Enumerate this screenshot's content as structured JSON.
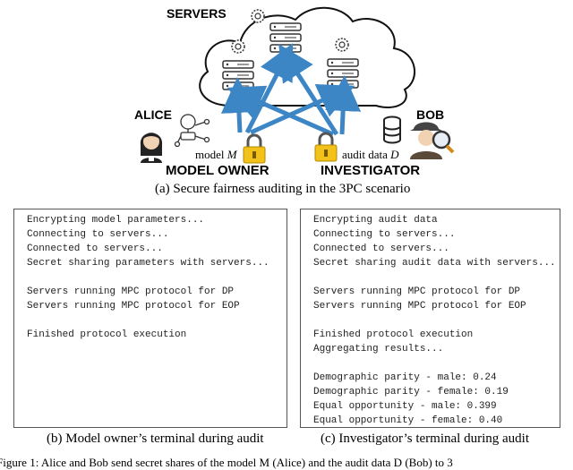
{
  "diagram": {
    "servers_label": "SERVERS",
    "alice_label": "ALICE",
    "bob_label": "BOB",
    "model_owner_label": "MODEL OWNER",
    "investigator_label": "INVESTIGATOR",
    "model_text": "model",
    "model_symbol": "M",
    "audit_text": "audit data",
    "audit_symbol": "D"
  },
  "captions": {
    "a": "(a) Secure fairness auditing in the 3PC scenario",
    "b": "(b) Model owner’s terminal during audit",
    "c": "(c) Investigator’s terminal during audit"
  },
  "model_owner_terminal": {
    "lines": [
      "Encrypting model parameters...",
      "Connecting to servers...",
      "Connected to servers...",
      "Secret sharing parameters with servers...",
      "",
      "Servers running MPC protocol for DP",
      "Servers running MPC protocol for EOP",
      "",
      "Finished protocol execution",
      "",
      "",
      "",
      "",
      "",
      ""
    ]
  },
  "investigator_terminal": {
    "lines": [
      "Encrypting audit data",
      "Connecting to servers...",
      "Connected to servers...",
      "Secret sharing audit data with servers...",
      "",
      "Servers running MPC protocol for DP",
      "Servers running MPC protocol for EOP",
      "",
      "Finished protocol execution",
      "Aggregating results...",
      "",
      "Demographic parity - male: 0.24",
      "Demographic parity - female: 0.19",
      "Equal opportunity - male: 0.399",
      "Equal opportunity - female: 0.40"
    ]
  },
  "footnote": "Figure 1: Alice and Bob send secret shares of the model M (Alice) and the audit data D (Bob) to 3",
  "colors": {
    "arrow": "#3d86c6",
    "lock_body": "#f2c21b",
    "lock_shackle": "#555555",
    "cloud_stroke": "#111111"
  }
}
